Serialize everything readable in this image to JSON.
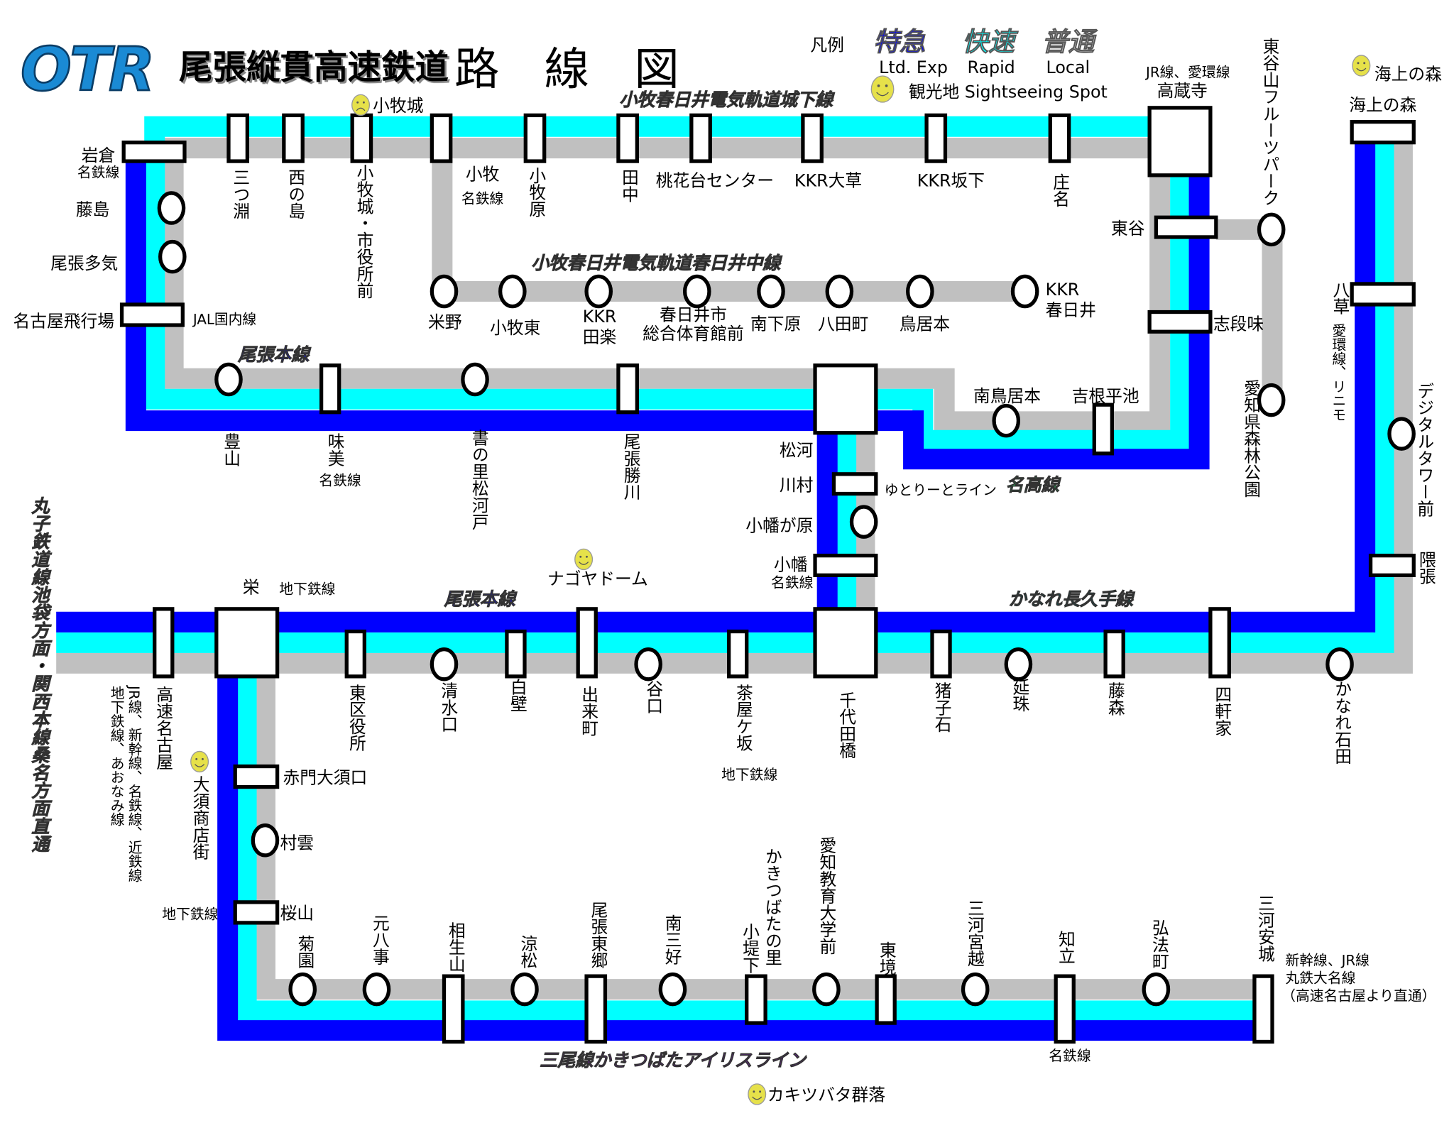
{
  "header": {
    "logo": "OTR",
    "company": "尾張縦貫高速鉄道",
    "title": "路　線　図"
  },
  "legend": {
    "label": "凡例",
    "ltd_exp": {
      "jp": "特急",
      "en": "Ltd. Exp"
    },
    "rapid": {
      "jp": "快速",
      "en": "Rapid"
    },
    "local": {
      "jp": "普通",
      "en": "Local"
    },
    "sightseeing": "観光地 Sightseeing Spot"
  },
  "colors": {
    "ltd_exp": "#0000ff",
    "rapid": "#00ffff",
    "local": "#c0c0c0",
    "logo": "#1a8ad4",
    "owari_line_label": "#1010e0",
    "meiko_line_label": "#2db35a",
    "kanare_line_label": "#0d4d4d",
    "sanbi_line_label": "#6a1f9a",
    "smiley": "#e6e14a"
  },
  "lines": {
    "jokasen": "小牧春日井電気軌道城下線",
    "kasugaichu": "小牧春日井電気軌道春日井中線",
    "owari_upper": "尾張本線",
    "owari_lower": "尾張本線",
    "meiko": "名高線",
    "kanare": "かなれ長久手線",
    "sanbi": "三尾線かきつばたアイリスライン"
  },
  "through_service": "丸子鉄道線池袋方面・関西本線桑名方面直通",
  "stations": {
    "iwakura": {
      "name": "岩倉",
      "transfer": "名鉄線"
    },
    "mitsubuchi": {
      "name": "三つ淵"
    },
    "nishinoshima": {
      "name": "西の島"
    },
    "komakijo": {
      "name": "小牧城・市役所前"
    },
    "komaki": {
      "name": "小牧",
      "transfer": "名鉄線"
    },
    "komakihara": {
      "name": "小牧原"
    },
    "tanaka": {
      "name": "田中"
    },
    "tokadai": {
      "name": "桃花台センター"
    },
    "kkr_okusa": {
      "name": "KKR大草"
    },
    "kkr_sakashita": {
      "name": "KKR坂下"
    },
    "shona": {
      "name": "庄名"
    },
    "kozoji": {
      "name": "高蔵寺",
      "transfer": "JR線、愛環線"
    },
    "komeno": {
      "name": "米野"
    },
    "komakihigashi": {
      "name": "小牧東"
    },
    "kkr_tagaku": {
      "name": "KKR",
      "name2": "田楽"
    },
    "kasugai_gym": {
      "name": "春日井市",
      "name2": "総合体育館前"
    },
    "minamishimohara": {
      "name": "南下原"
    },
    "hattacho": {
      "name": "八田町"
    },
    "toriimoto": {
      "name": "鳥居本"
    },
    "kkr_kasugai": {
      "name": "KKR",
      "name2": "春日井"
    },
    "fujishima": {
      "name": "藤島"
    },
    "owaritaki": {
      "name": "尾張多気"
    },
    "nagoya_airfield": {
      "name": "名古屋飛行場",
      "transfer": "JAL国内線"
    },
    "toyoyama": {
      "name": "豊山"
    },
    "ajiyoshi": {
      "name": "味美",
      "transfer": "名鉄線"
    },
    "shonosato": {
      "name": "書の里松河戸"
    },
    "owarikachigawa": {
      "name": "尾張勝川"
    },
    "matsukawa": {
      "name": "松河"
    },
    "minamitoriimoto": {
      "name": "南鳥居本"
    },
    "yoshinehiraike": {
      "name": "吉根平池"
    },
    "higashiya": {
      "name": "東谷"
    },
    "shidami": {
      "name": "志段味"
    },
    "fruit_park": {
      "name": "東谷山フルーツパーク"
    },
    "forest_park": {
      "name": "愛知県森林公園"
    },
    "kawamura": {
      "name": "川村",
      "transfer": "ゆとりーとライン"
    },
    "obatagahara": {
      "name": "小幡が原"
    },
    "obata": {
      "name": "小幡",
      "transfer": "名鉄線"
    },
    "chiyodabashi": {
      "name": "千代田橋"
    },
    "kosoku_nagoya": {
      "name": "高速名古屋",
      "transfer": "JR線、新幹線、名鉄線、近鉄線",
      "transfer2": "地下鉄線、あおなみ線"
    },
    "sakae": {
      "name": "栄",
      "transfer": "地下鉄線"
    },
    "higashikuyakusho": {
      "name": "東区役所"
    },
    "shimizuguchi": {
      "name": "清水口"
    },
    "shirakabe": {
      "name": "白壁"
    },
    "dekimachi": {
      "name": "出来町"
    },
    "yaguchi": {
      "name": "谷口"
    },
    "chayagasaka": {
      "name": "茶屋ケ坂",
      "transfer": "地下鉄線"
    },
    "inokoishi": {
      "name": "猪子石"
    },
    "enju": {
      "name": "延珠"
    },
    "fujimori": {
      "name": "藤森"
    },
    "shikenya": {
      "name": "四軒家"
    },
    "kanareishida": {
      "name": "かなれ石田"
    },
    "kaijonomori": {
      "name": "海上の森"
    },
    "yakusa": {
      "name": "八草",
      "transfer": "愛環線、リニモ"
    },
    "digital_tower": {
      "name": "デジタルタワー前"
    },
    "kumabari": {
      "name": "隈張"
    },
    "akamon": {
      "name": "赤門大須口"
    },
    "murakumo": {
      "name": "村雲"
    },
    "sakurayama": {
      "name": "桜山",
      "transfer": "地下鉄線"
    },
    "kikuen": {
      "name": "菊園"
    },
    "motoyagoto": {
      "name": "元八事"
    },
    "aioiyama": {
      "name": "相生山"
    },
    "suzumatsu": {
      "name": "涼松"
    },
    "owaritogo": {
      "name": "尾張東郷"
    },
    "minamimiyoshi": {
      "name": "南三好"
    },
    "kotsutsumishita": {
      "name": "小堤下",
      "sub": "かきつばたの里"
    },
    "aichi_kyoiku": {
      "name": "愛知教育大学前"
    },
    "higashizakai": {
      "name": "東境"
    },
    "mikawamiyakoshi": {
      "name": "三河宮越"
    },
    "chiryu": {
      "name": "知立",
      "transfer": "名鉄線"
    },
    "kobocho": {
      "name": "弘法町"
    },
    "mikawaanjo": {
      "name": "三河安城",
      "transfer": "新幹線、JR線",
      "transfer2": "丸鉄大名線",
      "transfer3": "（高速名古屋より直通）"
    }
  },
  "sightseeing": {
    "komakijo": "小牧城",
    "nagoya_dome": "ナゴヤドーム",
    "osu": "大須商店街",
    "kaijo": "海上の森",
    "kakitsubata": "カキツバタ群落"
  }
}
